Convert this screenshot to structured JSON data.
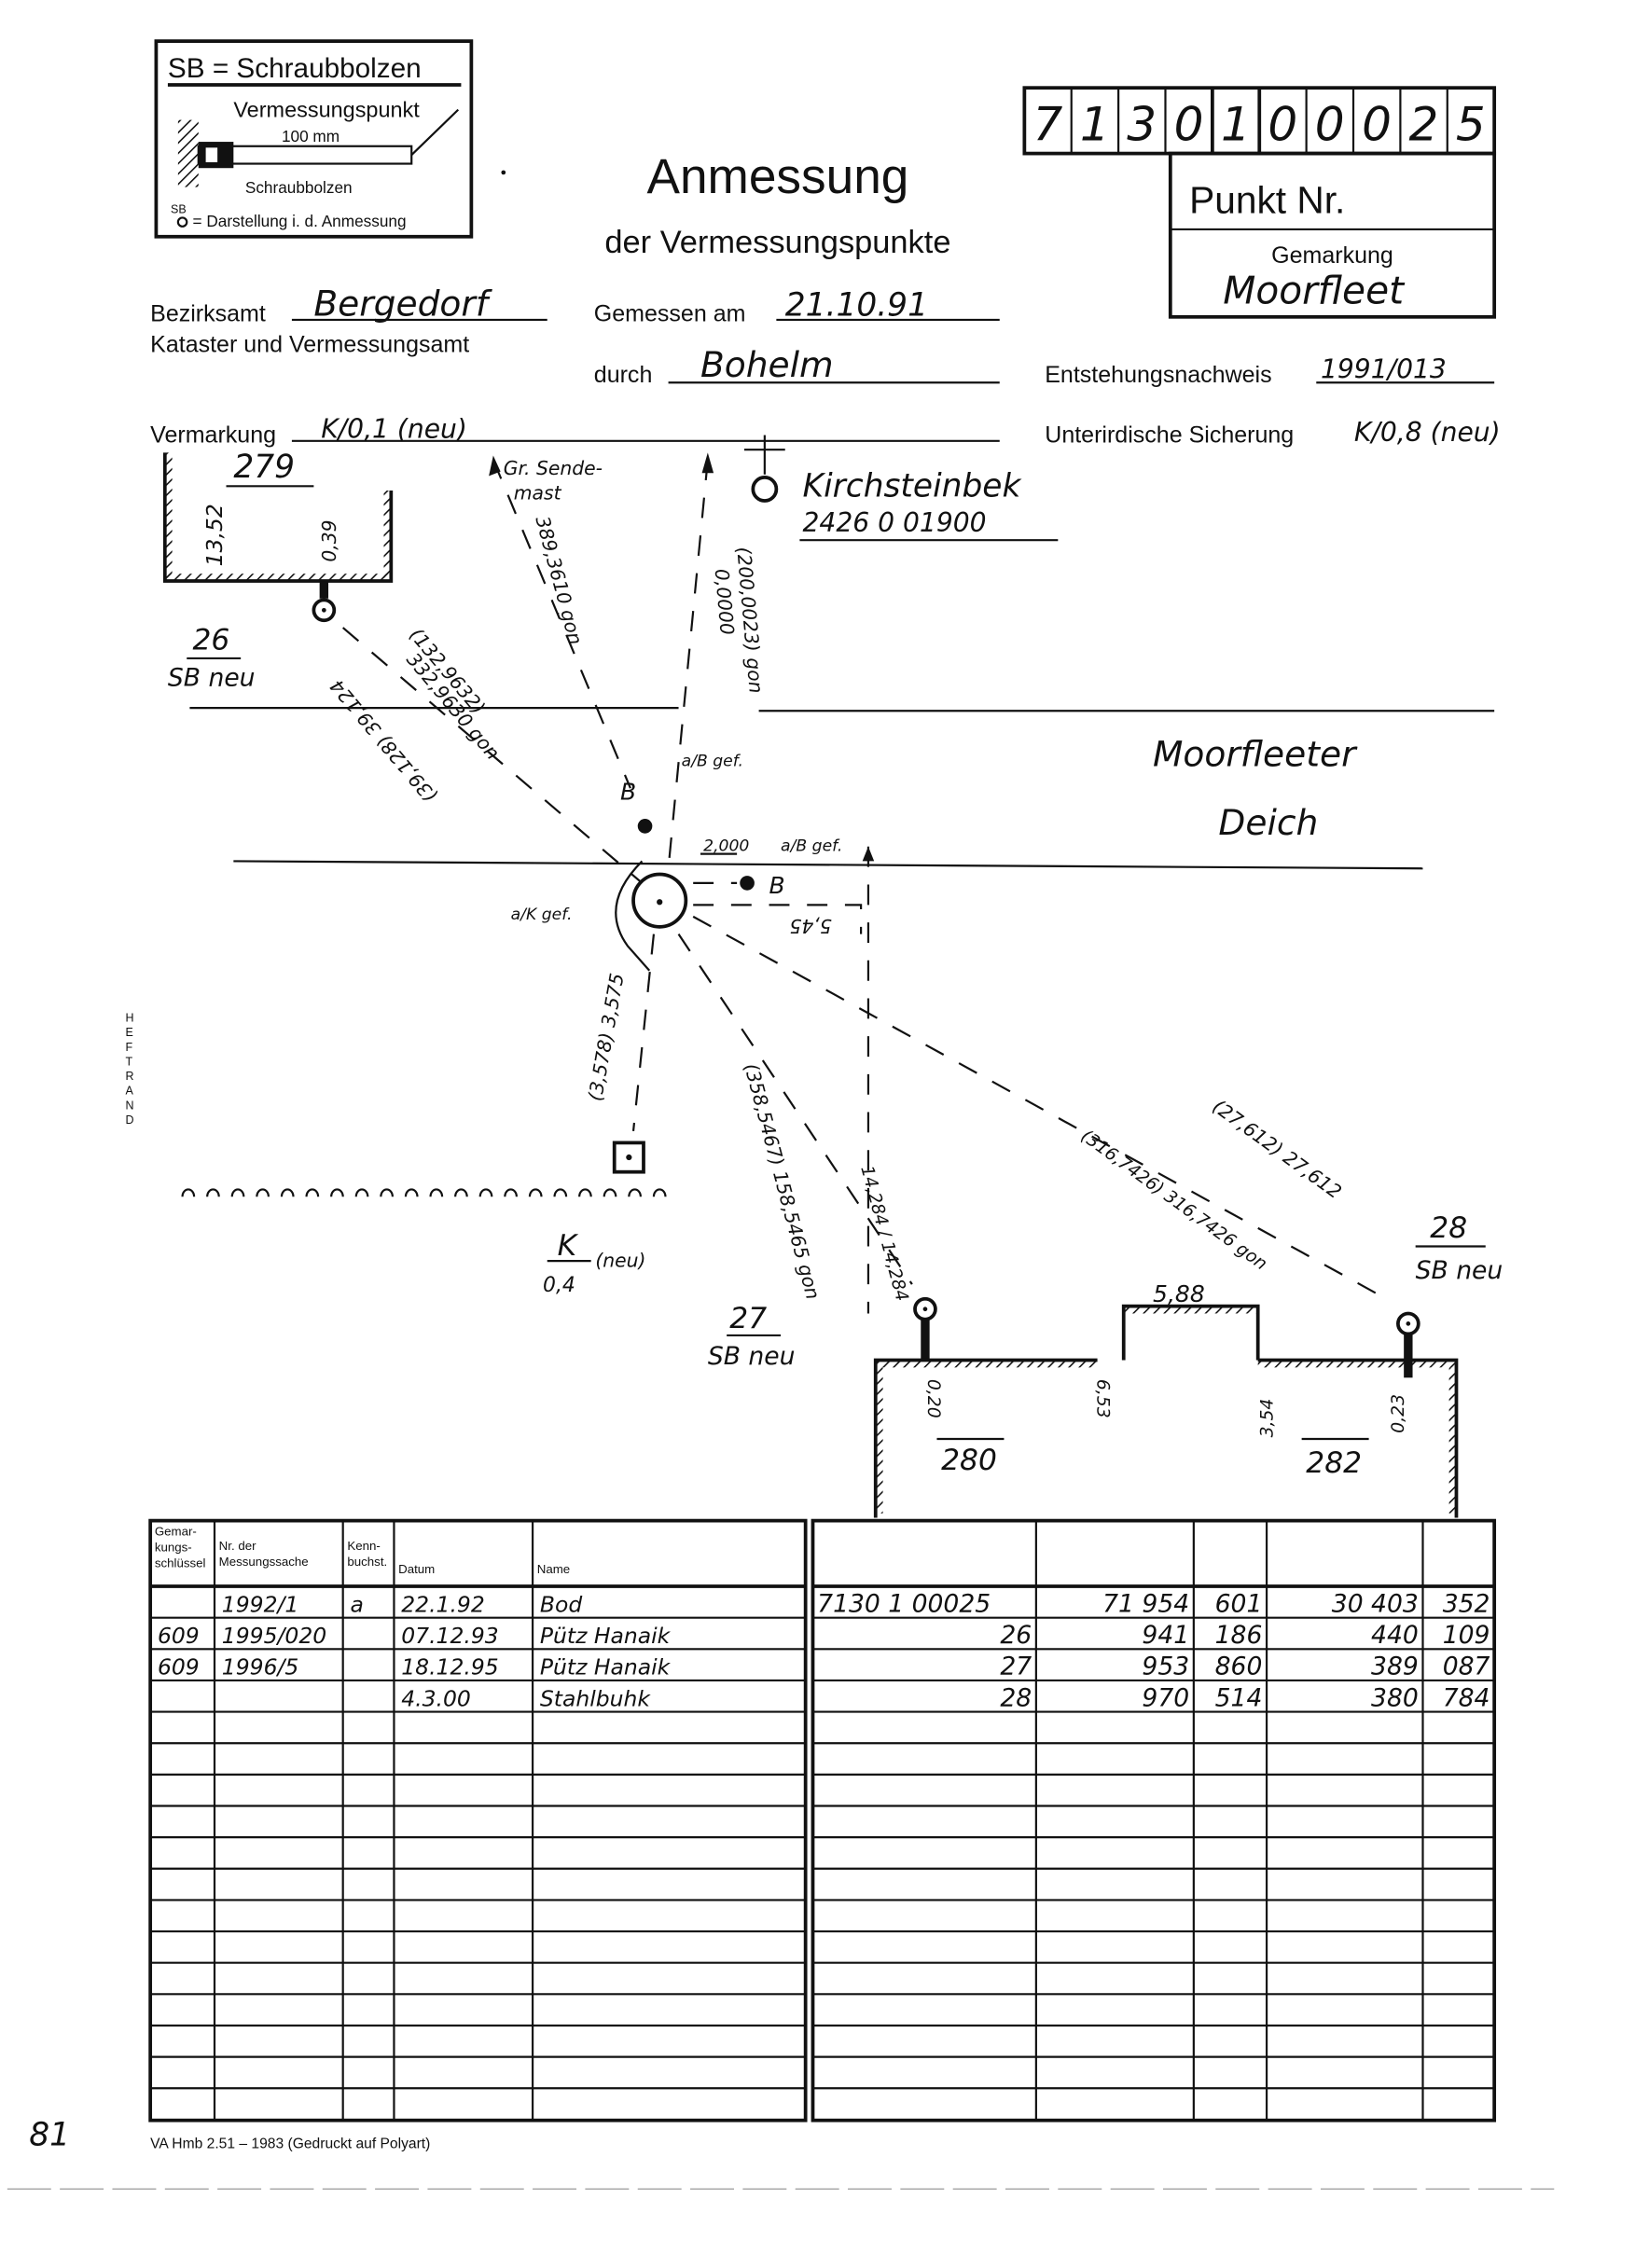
{
  "legend": {
    "title": "SB = Schraubbolzen",
    "vermessungspunkt": "Vermessungspunkt",
    "length": "100 mm",
    "schraubbolzen": "Schraubbolzen",
    "symbol_label": "SB",
    "darstellung": "= Darstellung i. d. Anmessung"
  },
  "title": "Anmessung",
  "subtitle": "der Vermessungspunkte",
  "punkt_digits": [
    "7",
    "1",
    "3",
    "0",
    "1",
    "0",
    "0",
    "0",
    "2",
    "5"
  ],
  "punkt_label": "Punkt Nr.",
  "gemarkung_label": "Gemarkung",
  "gemarkung_value": "Moorfleet",
  "fields": {
    "bezirksamt_label": "Bezirksamt",
    "bezirksamt_value": "Bergedorf",
    "kataster_label": "Kataster und Vermessungsamt",
    "gemessen_label": "Gemessen am",
    "gemessen_value": "21.10.91",
    "durch_label": "durch",
    "durch_value": "Bohelm",
    "entstehung_label": "Entstehungsnachweis",
    "entstehung_value": "1991/013",
    "vermarkung_label": "Vermarkung",
    "vermarkung_value": "K/0,1 (neu)",
    "unterirdisch_label": "Unterirdische Sicherung",
    "unterirdisch_value": "K/0,8 (neu)"
  },
  "sketch": {
    "house_279": "279",
    "dim_1352": "13,52",
    "dim_039": "0,39",
    "pt26": "26",
    "pt26_type": "SB neu",
    "sendemast": "Gr. Sende-",
    "sendemast2": "mast",
    "dir_sendemast": "389,3610 gon",
    "kirchsteinbek": "Kirchsteinbek",
    "kirchsteinbek_nr": "2426 0 01900",
    "dir_kirch": "(200,0023) gon",
    "dir_kirch2": "0,0000",
    "dir_26a": "(132,9632)",
    "dir_26b": "332,9630 gon",
    "dist_26": "(39,128) 39,124",
    "ab_gef1": "a/B gef.",
    "b1": "B",
    "b2": "B",
    "dist_2000": "2,000",
    "ab_gef2": "a/B gef.",
    "ak_gef": "a/K gef.",
    "dist_545": "5,45",
    "street": "Moorfleeter",
    "street2": "Deich",
    "dist_k": "(3,578) 3,575",
    "k_label": "K",
    "k_depth": "0,4",
    "k_neu": "(neu)",
    "dir_27": "(358,5467) 158,5465 gon",
    "dist_27": "14,284 / 14,284",
    "pt27": "27",
    "pt27_type": "SB neu",
    "dist_28": "(27,612) 27,612",
    "dir_28": "(316,7426) 316,7426 gon",
    "pt28": "28",
    "pt28_type": "SB neu",
    "dim_588": "5,88",
    "dim_020": "0,20",
    "dim_653": "6,53",
    "dim_354": "3,54",
    "dim_023": "0,23",
    "house_280": "280",
    "house_282": "282"
  },
  "margin_label": "HEFTRAND",
  "table_left": {
    "headers": [
      "Gemar-kungs-schlüssel",
      "Nr. der Messungssache",
      "Kenn-buchst.",
      "Datum",
      "Name"
    ],
    "rows": [
      [
        "",
        "1992/1",
        "a",
        "22.1.92",
        "Bod"
      ],
      [
        "609",
        "1995/020",
        "",
        "07.12.93",
        "Pütz Hanaik"
      ],
      [
        "609",
        "1996/5",
        "",
        "18.12.95",
        "Pütz Hanaik"
      ],
      [
        "",
        "",
        "",
        "4.3.00",
        "Stahlbuhk"
      ]
    ]
  },
  "table_right": {
    "rows": [
      [
        "7130 1 00025",
        "71 954",
        "601",
        "30 403",
        "352"
      ],
      [
        "26",
        "941",
        "186",
        "440",
        "109"
      ],
      [
        "27",
        "953",
        "860",
        "389",
        "087"
      ],
      [
        "28",
        "970",
        "514",
        "380",
        "784"
      ]
    ]
  },
  "footer": "VA Hmb 2.51 – 1983 (Gedruckt auf Polyart)",
  "margin_note": "81"
}
